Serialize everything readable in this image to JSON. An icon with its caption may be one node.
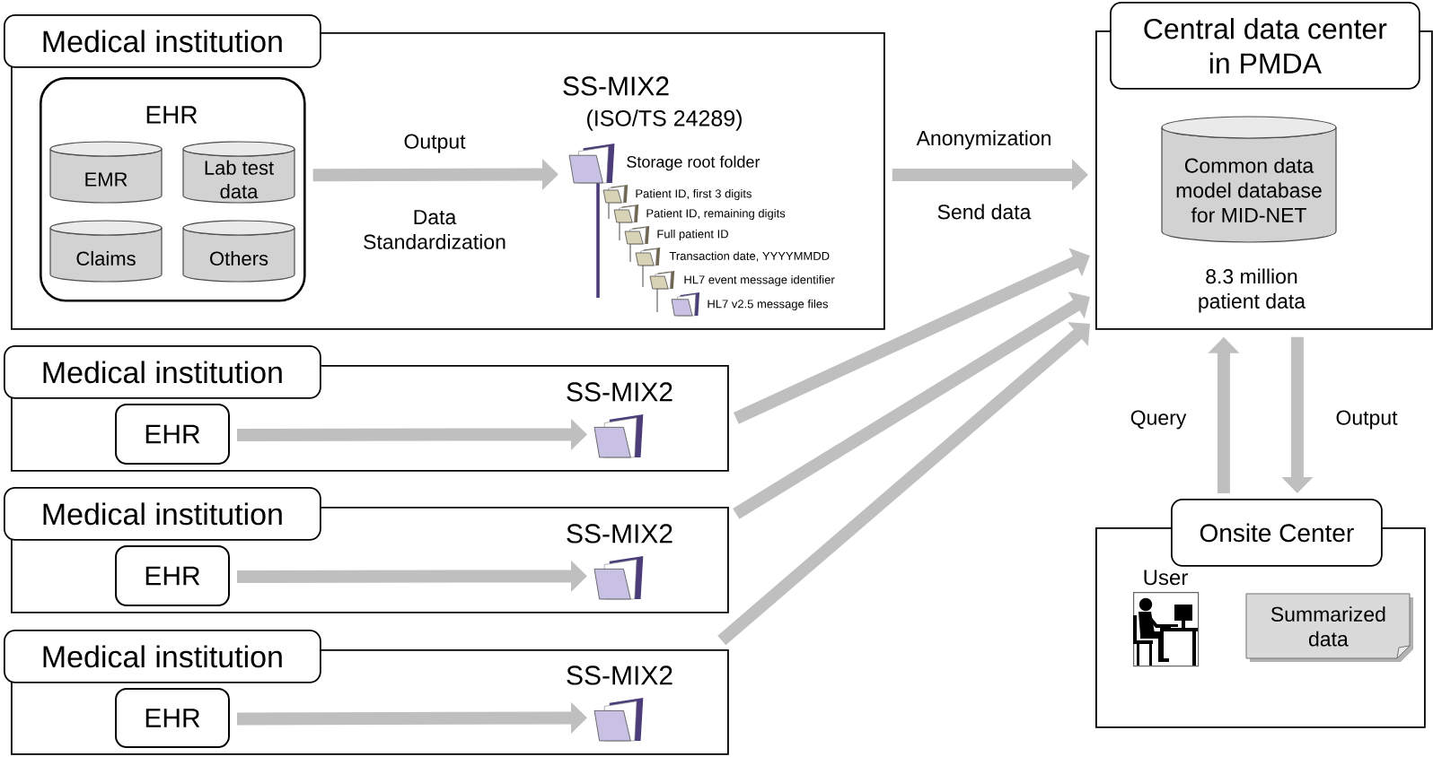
{
  "diagram": {
    "nodes": [
      {
        "text": [
          "Medical institution"
        ]
      },
      {
        "text": [
          "EHR"
        ],
        "in": 0
      },
      {
        "text": [
          "EMR"
        ],
        "in": 1
      },
      {
        "text": [
          "Lab test data"
        ],
        "in": 1
      },
      {
        "text": [
          "Claims"
        ],
        "in": 1
      },
      {
        "text": [
          "Others"
        ],
        "in": 1
      },
      {
        "text": [
          "SS-MIX2",
          "(ISO/TS 24289)",
          "Storage root folder",
          "Patient ID, first 3 digits",
          "Patient ID, remaining digits",
          "Full patient ID",
          "Transaction date, YYYYMMDD",
          "HL7 event message identifier",
          "HL7 v2.5 message files"
        ],
        "in": 0
      },
      {
        "text": [
          "Medical institution"
        ]
      },
      {
        "text": [
          "EHR"
        ],
        "in": 7
      },
      {
        "text": [
          "SS-MIX2"
        ],
        "in": 7
      },
      {
        "text": [
          "Medical institution"
        ]
      },
      {
        "text": [
          "EHR"
        ],
        "in": 10
      },
      {
        "text": [
          "SS-MIX2"
        ],
        "in": 10
      },
      {
        "text": [
          "Medical institution"
        ]
      },
      {
        "text": [
          "EHR"
        ],
        "in": 13
      },
      {
        "text": [
          "SS-MIX2"
        ],
        "in": 13
      },
      {
        "text": [
          "Central data center in PMDA"
        ]
      },
      {
        "text": [
          "Common data model database for MID-NET"
        ],
        "in": 16,
        "beside": [
          "8.3 million patient data"
        ]
      },
      {
        "text": [
          "Onsite Center"
        ]
      },
      {
        "text": [
          "User"
        ],
        "in": 18
      },
      {
        "text": [
          "Summarized data"
        ],
        "in": 18
      }
    ],
    "edges": [
      {
        "from": 1,
        "to": 6,
        "arrow": "to",
        "label": "Output"
      },
      {
        "from": 0,
        "to": 16,
        "arrow": "to",
        "label": "Anonymization"
      },
      {
        "from": 8,
        "to": 9,
        "arrow": "to"
      },
      {
        "from": 11,
        "to": 12,
        "arrow": "to"
      },
      {
        "from": 14,
        "to": 15,
        "arrow": "to"
      },
      {
        "from": 7,
        "to": 16,
        "arrow": "to"
      },
      {
        "from": 10,
        "to": 16,
        "arrow": "to"
      },
      {
        "from": 13,
        "to": 16,
        "arrow": "to"
      },
      {
        "from": 18,
        "to": 16,
        "arrow": "to",
        "label": "Query"
      },
      {
        "from": 16,
        "to": 18,
        "arrow": "to",
        "label": "Output"
      }
    ],
    "labels": [
      "Data Standardization",
      "Send data"
    ]
  }
}
